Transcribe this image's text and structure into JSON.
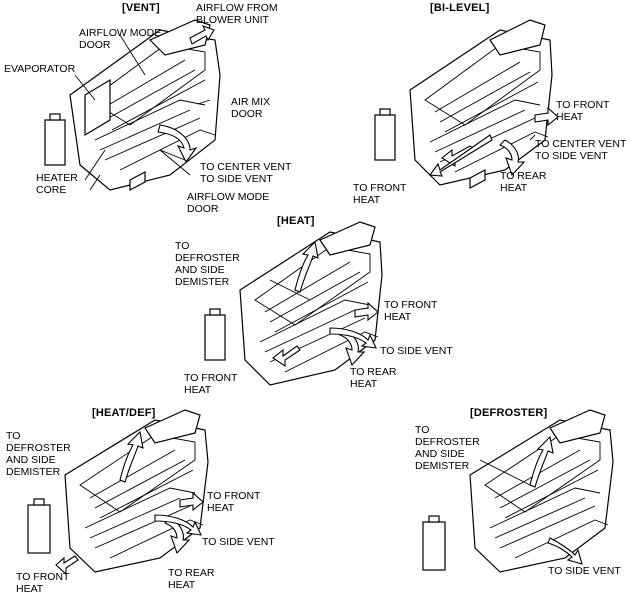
{
  "panels": {
    "vent": {
      "title": "[VENT]",
      "labels": {
        "airflow_from_blower": "AIRFLOW FROM\nBLOWER UNIT",
        "airflow_mode_door_top": "AIRFLOW MODE\nDOOR",
        "evaporator": "EVAPORATOR",
        "air_mix_door": "AIR MIX\nDOOR",
        "heater_core": "HEATER\nCORE",
        "to_center_side_vent": "TO CENTER VENT\nTO SIDE VENT",
        "airflow_mode_door_bottom": "AIRFLOW MODE\nDOOR"
      }
    },
    "bilevel": {
      "title": "[BI-LEVEL]",
      "labels": {
        "to_front_heat_right": "TO FRONT\nHEAT",
        "to_center_side_vent": "TO CENTER VENT\nTO SIDE VENT",
        "to_rear_heat": "TO REAR\nHEAT",
        "to_front_heat_left": "TO FRONT\nHEAT"
      }
    },
    "heat": {
      "title": "[HEAT]",
      "labels": {
        "to_defroster": "TO\nDEFROSTER\nAND SIDE\nDEMISTER",
        "to_front_heat_right": "TO FRONT\nHEAT",
        "to_side_vent": "TO SIDE VENT",
        "to_rear_heat": "TO REAR\nHEAT",
        "to_front_heat_left": "TO FRONT\nHEAT"
      }
    },
    "heatdef": {
      "title": "[HEAT/DEF]",
      "labels": {
        "to_defroster": "TO\nDEFROSTER\nAND SIDE\nDEMISTER",
        "to_front_heat_right": "TO FRONT\nHEAT",
        "to_side_vent": "TO SIDE VENT",
        "to_rear_heat": "TO REAR\nHEAT",
        "to_front_heat_left": "TO FRONT\nHEAT"
      }
    },
    "defroster": {
      "title": "[DEFROSTER]",
      "labels": {
        "to_defroster": "TO\nDEFROSTER\nAND SIDE\nDEMISTER",
        "to_side_vent": "TO SIDE VENT"
      }
    }
  }
}
